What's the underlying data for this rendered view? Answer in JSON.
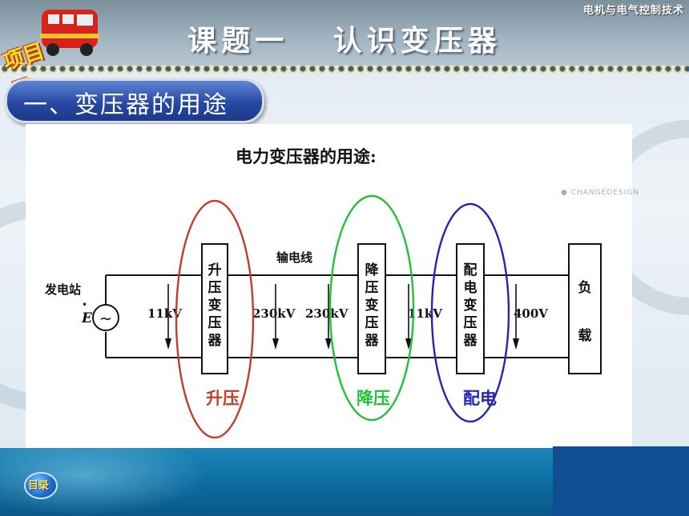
{
  "header": {
    "course_name": "电机与电气控制技术",
    "project_badge": "项目三",
    "lesson_title": "课题一   认识变压器"
  },
  "section": {
    "title": "一、变压器的用途"
  },
  "diagram": {
    "title": "电力变压器的用途:",
    "line_label": "输电线",
    "source_label": "发电站",
    "emf_symbol": "E",
    "emf_dot": "•",
    "source_glyph": "~",
    "transformers": [
      {
        "text": [
          "升",
          "压",
          "变",
          "压",
          "器"
        ]
      },
      {
        "text": [
          "降",
          "压",
          "变",
          "压",
          "器"
        ]
      },
      {
        "text": [
          "配",
          "电",
          "变",
          "压",
          "器"
        ]
      }
    ],
    "load": {
      "text": [
        "负",
        "载"
      ]
    },
    "voltages": [
      "11kV",
      "230kV",
      "230kV",
      "11kV",
      "400V"
    ],
    "circle_labels": [
      {
        "label": "升压",
        "color": "#c23c2a"
      },
      {
        "label": "降压",
        "color": "#22c03a"
      },
      {
        "label": "配电",
        "color": "#2523b8"
      }
    ]
  },
  "watermark": "● CHANGEDESIGN",
  "footer": {
    "toc_label": "目录"
  },
  "colors": {
    "header_gray": "#9eb2bf",
    "pill_blue": "#2748a3",
    "footer_blue": "#0e6fa5"
  }
}
